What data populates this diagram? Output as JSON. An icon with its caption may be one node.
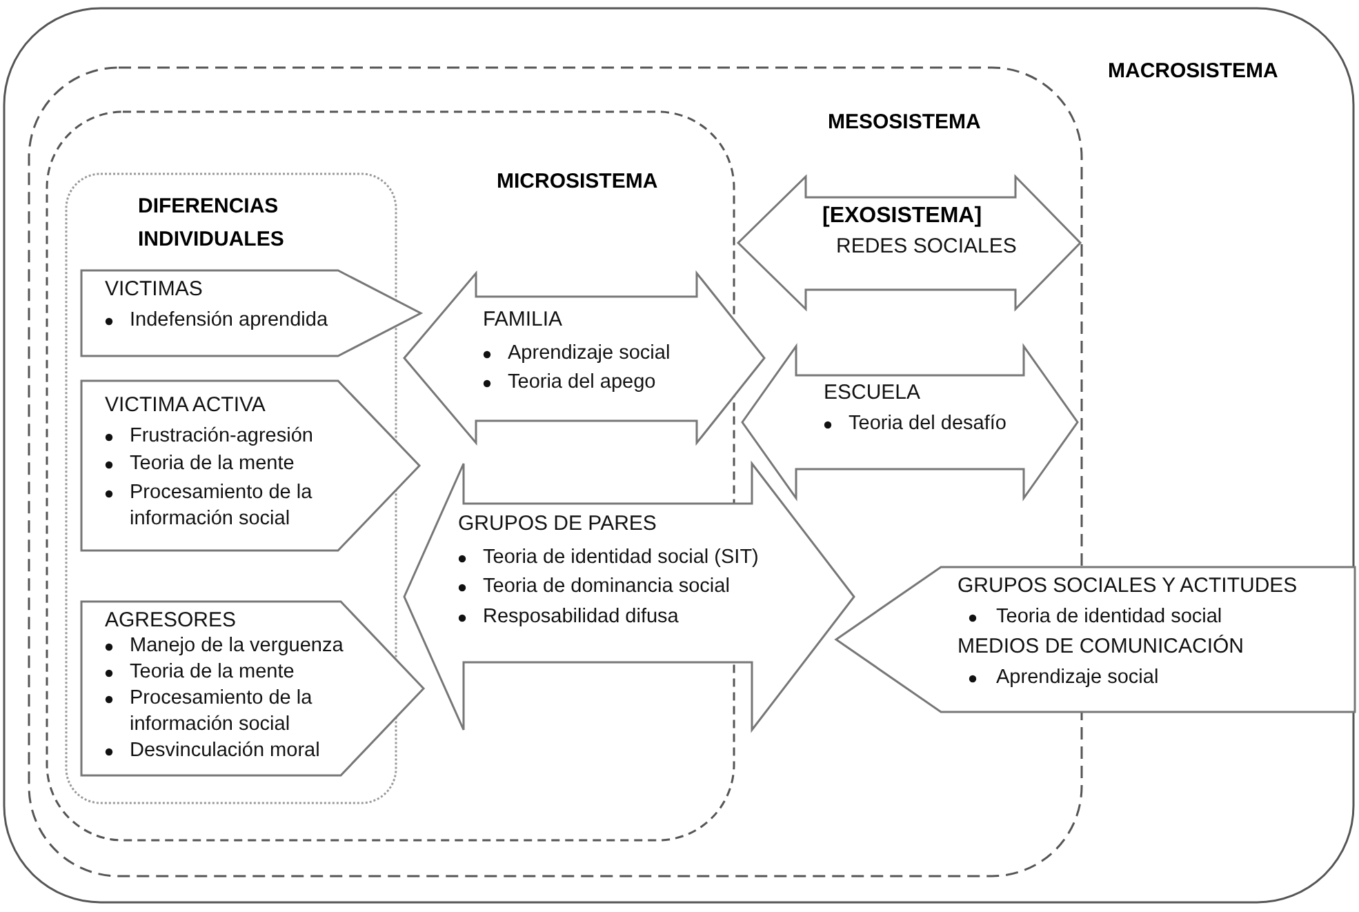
{
  "diagram": {
    "nodes": [
      {
        "text": [
          "MACROSISTEMA"
        ]
      },
      {
        "text": [
          "MESOSISTEMA"
        ],
        "in": 0
      },
      {
        "text": [
          "MICROSISTEMA"
        ],
        "in": 1
      },
      {
        "text": [
          "DIFERENCIAS INDIVIDUALES"
        ],
        "in": 2
      },
      {
        "text": [
          "VICTIMAS",
          "Indefensión aprendida"
        ],
        "in": 2
      },
      {
        "text": [
          "VICTIMA ACTIVA",
          "Frustración-agresión",
          "Teoria de la mente",
          "Procesamiento de la información social"
        ],
        "in": 2
      },
      {
        "text": [
          "AGRESORES",
          "Manejo de la verguenza",
          "Teoria de la mente",
          "Procesamiento de la información social",
          "Desvinculación moral"
        ],
        "in": 2
      },
      {
        "text": [
          "FAMILIA",
          "Aprendizaje social",
          "Teoria del apego"
        ],
        "in": 1
      },
      {
        "text": [
          "[EXOSISTEMA]",
          "REDES SOCIALES"
        ],
        "in": 1
      },
      {
        "text": [
          "ESCUELA",
          "Teoria del desafío"
        ],
        "in": 1
      },
      {
        "text": [
          "GRUPOS DE PARES",
          "Teoria de identidad social (SIT)",
          "Teoria de dominancia social",
          "Resposabilidad difusa"
        ],
        "in": 1
      },
      {
        "text": [
          "GRUPOS SOCIALES Y ACTITUDES",
          "Teoria de identidad social",
          "MEDIOS DE COMUNICACIÓN",
          "Aprendizaje social"
        ],
        "in": 0
      }
    ]
  }
}
